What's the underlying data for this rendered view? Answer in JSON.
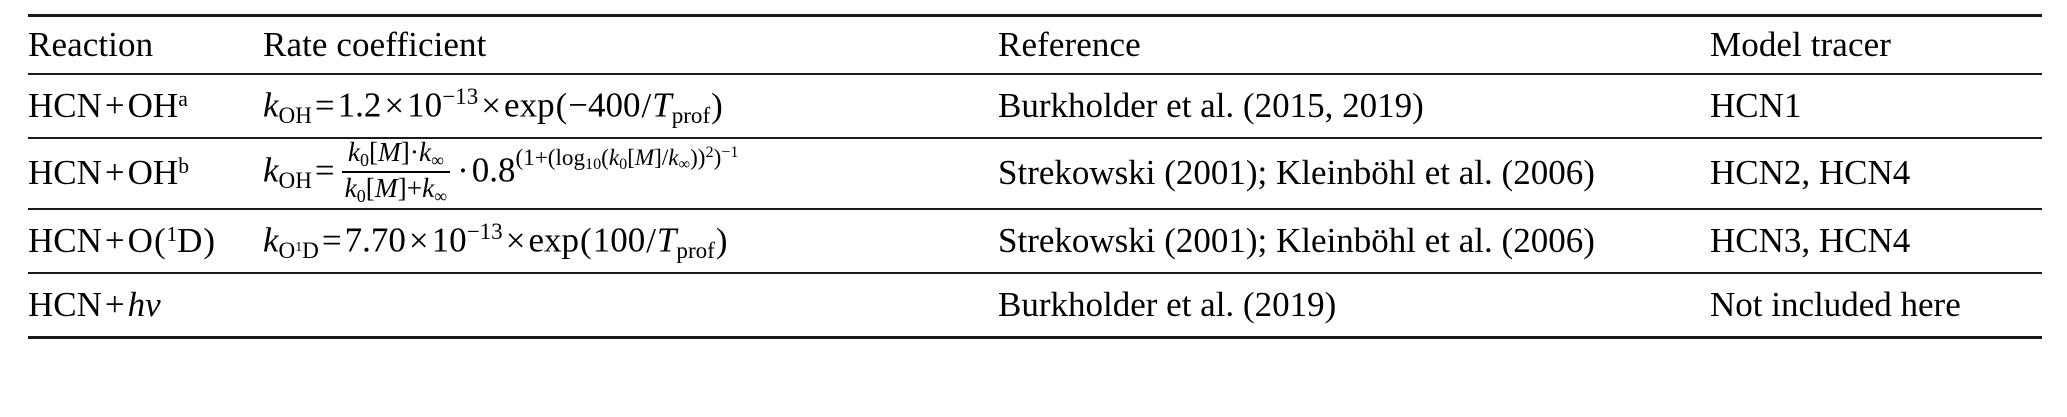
{
  "table": {
    "columns": [
      {
        "key": "reaction",
        "label": "Reaction"
      },
      {
        "key": "rate",
        "label": "Rate coefficient"
      },
      {
        "key": "reference",
        "label": "Reference"
      },
      {
        "key": "tracer",
        "label": "Model tracer"
      }
    ],
    "rows": [
      {
        "reaction": "HCN + OH",
        "reaction_footnote": "a",
        "rate_text": "kOH = 1.2 × 10^-13 × exp(-400/Tprof)",
        "reference": "Burkholder et al. (2015, 2019)",
        "tracer": "HCN1"
      },
      {
        "reaction": "HCN + OH",
        "reaction_footnote": "b",
        "rate_text": "kOH = (k0[M]·k∞)/(k0[M]+k∞) · 0.8^((1+(log10(k0[M]/k∞))^2)^-1)",
        "reference": "Strekowski (2001); Kleinböhl et al. (2006)",
        "tracer": "HCN2, HCN4"
      },
      {
        "reaction": "HCN + O(1D)",
        "reaction_footnote": "",
        "rate_text": "kO1D = 7.70 × 10^-13 × exp(100/Tprof)",
        "reference": "Strekowski (2001); Kleinböhl et al. (2006)",
        "tracer": "HCN3, HCN4"
      },
      {
        "reaction": "HCN + hν",
        "reaction_footnote": "",
        "rate_text": "",
        "reference": "Burkholder et al. (2019)",
        "tracer": "Not included here"
      }
    ],
    "math_tokens": {
      "hcn": "HCN",
      "plus": "+",
      "oh": "OH",
      "o": "O",
      "d": "D",
      "one": "1",
      "h": "h",
      "nu": "ν",
      "k": "k",
      "sub_oh": "OH",
      "sub_o1d_o": "O",
      "sub_o1d_1": "1",
      "sub_o1d_d": "D",
      "equals": "=",
      "times": "×",
      "cdot": "·",
      "val_1_2": "1.2",
      "val_7_70": "7.70",
      "ten": "10",
      "exp_neg13": "−13",
      "exp": "exp",
      "paren_open": "(",
      "paren_close": ")",
      "neg400": "−400",
      "pos100": "100",
      "slash": "/",
      "T": "T",
      "sub_prof": "prof",
      "zero": "0",
      "bracket_open": "[",
      "bracket_close": "]",
      "M": "M",
      "infinity": "∞",
      "val_0_8": "0.8",
      "one_plus": "1+",
      "log": "log",
      "sub_10": "10",
      "sup_2": "2",
      "sup_neg1": "−1"
    },
    "colors": {
      "text": "#000000",
      "rule": "#1a1a1a",
      "background": "#ffffff"
    }
  }
}
